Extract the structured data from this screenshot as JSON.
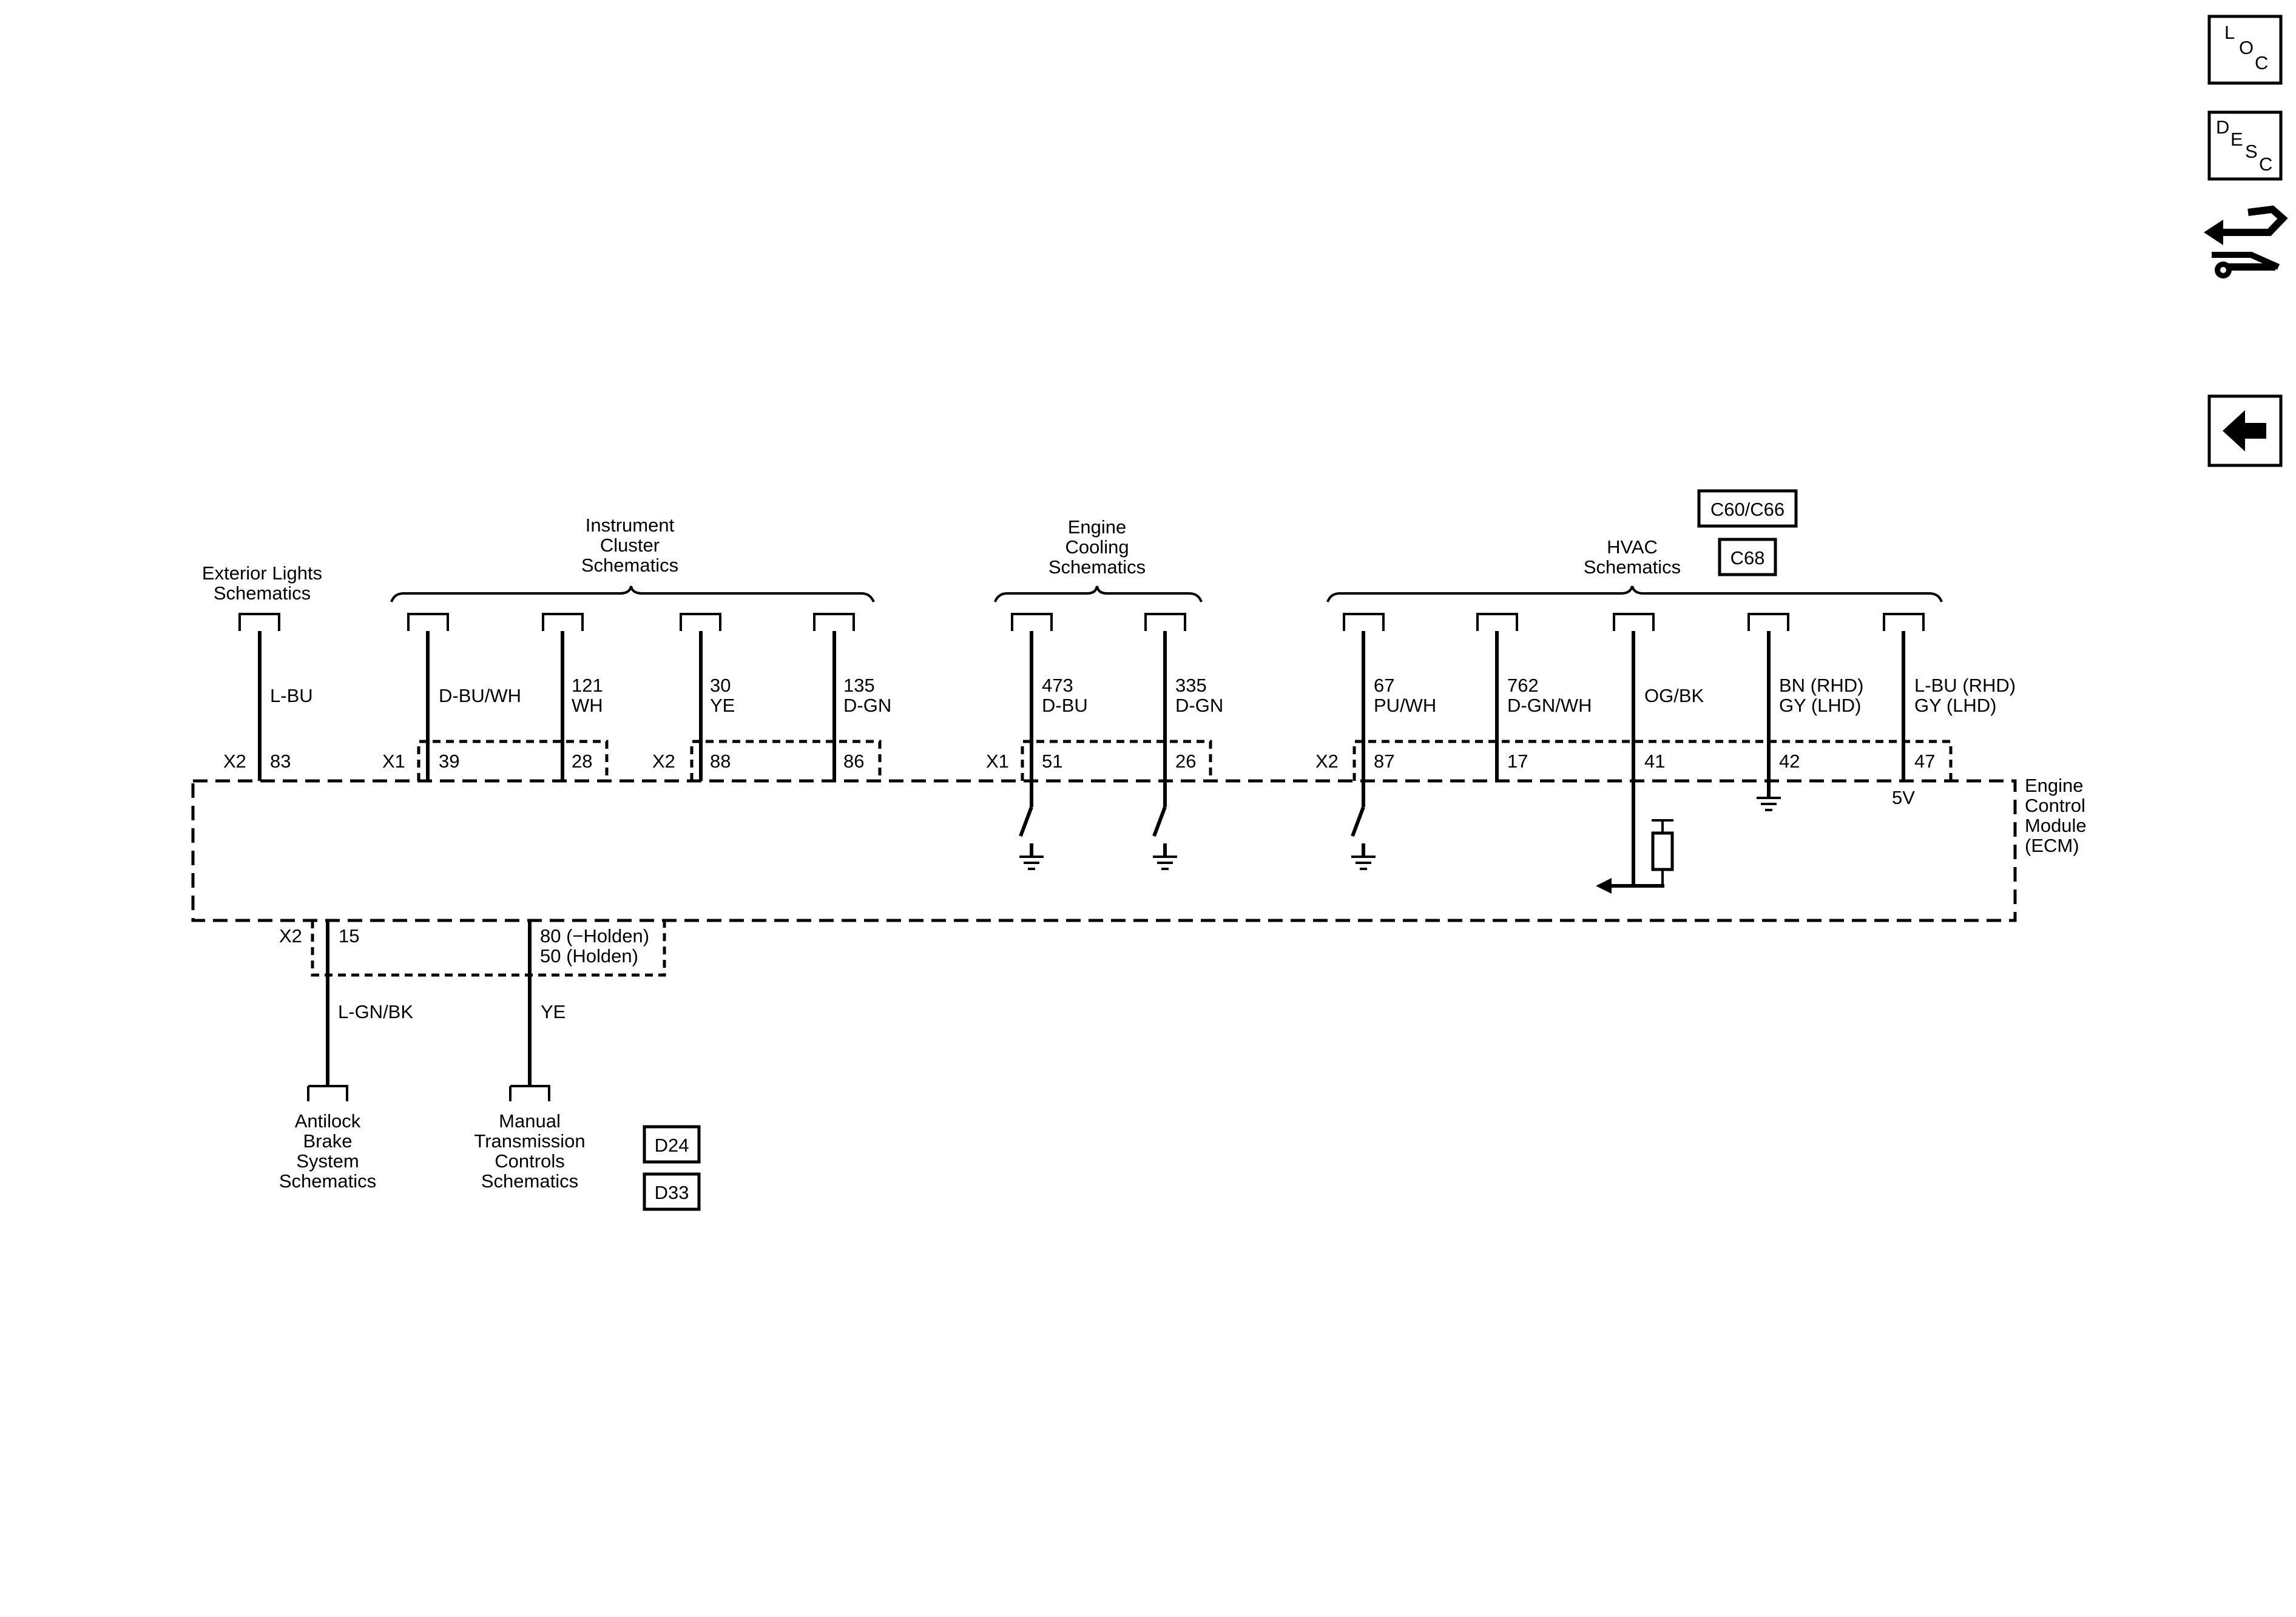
{
  "nav": {
    "loc": {
      "l1": "L",
      "l2": "O",
      "l3": "C"
    },
    "desc": {
      "l1": "D",
      "l2": "E",
      "l3": "S",
      "l4": "C"
    }
  },
  "module": {
    "line1": "Engine",
    "line2": "Control",
    "line3": "Module",
    "line4": "(ECM)"
  },
  "groups": {
    "exterior": {
      "line1": "Exterior Lights",
      "line2": "Schematics"
    },
    "cluster": {
      "line1": "Instrument",
      "line2": "Cluster",
      "line3": "Schematics"
    },
    "cooling": {
      "line1": "Engine",
      "line2": "Cooling",
      "line3": "Schematics"
    },
    "hvac": {
      "line1": "HVAC",
      "line2": "Schematics"
    },
    "abs": {
      "line1": "Antilock",
      "line2": "Brake",
      "line3": "System",
      "line4": "Schematics"
    },
    "mtc": {
      "line1": "Manual",
      "line2": "Transmission",
      "line3": "Controls",
      "line4": "Schematics"
    }
  },
  "options": {
    "c60": "C60/C66",
    "c68": "C68",
    "d24": "D24",
    "d33": "D33"
  },
  "connectors": {
    "x1a": "X1",
    "x2a": "X2",
    "x2b": "X2",
    "x1b": "X1",
    "x2c": "X2",
    "x2d": "X2"
  },
  "wires": {
    "w1": {
      "c1": "",
      "c2": "L-BU",
      "pin": "83"
    },
    "w2": {
      "c1": "",
      "c2": "D-BU/WH",
      "pin": "39"
    },
    "w3": {
      "c1": "121",
      "c2": "WH",
      "pin": "28"
    },
    "w4": {
      "c1": "30",
      "c2": "YE",
      "pin": "88"
    },
    "w5": {
      "c1": "135",
      "c2": "D-GN",
      "pin": "86"
    },
    "w6": {
      "c1": "473",
      "c2": "D-BU",
      "pin": "51"
    },
    "w7": {
      "c1": "335",
      "c2": "D-GN",
      "pin": "26"
    },
    "w8": {
      "c1": "67",
      "c2": "PU/WH",
      "pin": "87"
    },
    "w9": {
      "c1": "762",
      "c2": "D-GN/WH",
      "pin": "17"
    },
    "w10": {
      "c1": "",
      "c2": "OG/BK",
      "pin": "41"
    },
    "w11": {
      "c1": "BN (RHD)",
      "c2": "GY (LHD)",
      "pin": "42"
    },
    "w12": {
      "c1": "L-BU (RHD)",
      "c2": "GY (LHD)",
      "pin": "47"
    },
    "b1": {
      "color": "L-GN/BK",
      "pin": "15"
    },
    "b2": {
      "color": "YE",
      "pin1": "80 (−Holden)",
      "pin2": "50 (Holden)"
    }
  },
  "voltage": "5V"
}
